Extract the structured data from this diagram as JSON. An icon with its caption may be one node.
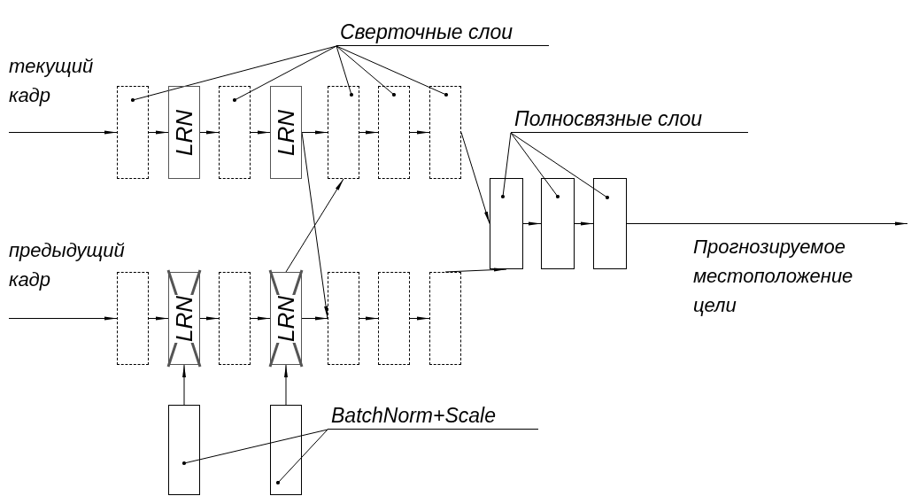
{
  "diagram": {
    "nodes": [
      {
        "text": [
          "Сверточные слои"
        ]
      },
      {
        "text": [],
        "shape": "box"
      },
      {
        "text": [
          "LRN"
        ]
      },
      {
        "text": [],
        "shape": "box"
      },
      {
        "text": [
          "LRN"
        ]
      },
      {
        "text": [],
        "shape": "box"
      },
      {
        "text": [],
        "shape": "box"
      },
      {
        "text": [],
        "shape": "box"
      },
      {
        "text": [
          "Полносвязные слои"
        ]
      },
      {
        "text": [],
        "shape": "box"
      },
      {
        "text": [],
        "shape": "box"
      },
      {
        "text": [],
        "shape": "box"
      },
      {
        "text": [],
        "shape": "box"
      },
      {
        "text": [
          "LRN"
        ]
      },
      {
        "text": [],
        "shape": "box"
      },
      {
        "text": [
          "LRN"
        ]
      },
      {
        "text": [],
        "shape": "box"
      },
      {
        "text": [],
        "shape": "box"
      },
      {
        "text": [],
        "shape": "box"
      },
      {
        "text": [
          "BatchNorm+Scale"
        ]
      },
      {
        "text": [],
        "shape": "box"
      },
      {
        "text": [],
        "shape": "box"
      }
    ],
    "edges": [
      {
        "from": null,
        "to": 1,
        "arrow": "to"
      },
      {
        "from": 1,
        "to": 2,
        "arrow": "to"
      },
      {
        "from": 2,
        "to": 3,
        "arrow": "to"
      },
      {
        "from": 3,
        "to": 4,
        "arrow": "to"
      },
      {
        "from": 4,
        "to": 5,
        "arrow": "to"
      },
      {
        "from": 5,
        "to": 6,
        "arrow": "to"
      },
      {
        "from": 6,
        "to": 7,
        "arrow": "to"
      },
      {
        "from": 4,
        "to": 16,
        "arrow": "to"
      },
      {
        "from": 15,
        "to": 5,
        "arrow": "to"
      },
      {
        "from": 7,
        "to": 9,
        "arrow": "to"
      },
      {
        "from": 18,
        "to": 9,
        "arrow": "to"
      },
      {
        "from": 9,
        "to": 10,
        "arrow": "to"
      },
      {
        "from": 10,
        "to": 11,
        "arrow": "to"
      },
      {
        "from": 11,
        "to": null,
        "arrow": "to"
      },
      {
        "from": null,
        "to": 12,
        "arrow": "to"
      },
      {
        "from": 12,
        "to": 13,
        "arrow": "to"
      },
      {
        "from": 13,
        "to": 14,
        "arrow": "to"
      },
      {
        "from": 14,
        "to": 15,
        "arrow": "to"
      },
      {
        "from": 15,
        "to": 16,
        "arrow": "to"
      },
      {
        "from": 16,
        "to": 17,
        "arrow": "to"
      },
      {
        "from": 17,
        "to": 18,
        "arrow": "to"
      },
      {
        "from": 20,
        "to": 13,
        "arrow": "to"
      },
      {
        "from": 21,
        "to": 15,
        "arrow": "to"
      },
      {
        "from": 0,
        "to": 1,
        "arrow": "other"
      },
      {
        "from": 0,
        "to": 3,
        "arrow": "other"
      },
      {
        "from": 0,
        "to": 5,
        "arrow": "other"
      },
      {
        "from": 0,
        "to": 6,
        "arrow": "other"
      },
      {
        "from": 0,
        "to": 7,
        "arrow": "other"
      },
      {
        "from": 8,
        "to": 9,
        "arrow": "other"
      },
      {
        "from": 8,
        "to": 10,
        "arrow": "other"
      },
      {
        "from": 8,
        "to": 11,
        "arrow": "other"
      },
      {
        "from": 19,
        "to": 20,
        "arrow": "other"
      },
      {
        "from": 19,
        "to": 21,
        "arrow": "other"
      }
    ],
    "labels": [
      "текущий кадр",
      "предыдущий кадр",
      "Прогнозируемое местоположение цели"
    ]
  }
}
